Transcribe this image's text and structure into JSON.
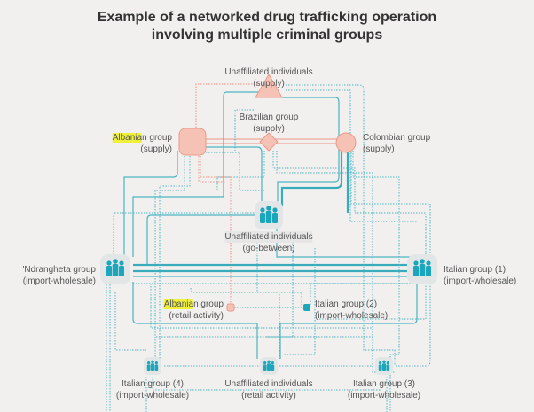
{
  "title": [
    "Example of a networked drug trafficking operation",
    "involving multiple criminal groups"
  ],
  "colors": {
    "teal": "#3aabbb",
    "salmon": "#f5c2b6",
    "highlight": "#eef03a"
  },
  "nodes": {
    "unaffiliated_supply": {
      "line1": "Unaffiliated individuals",
      "line2": "(supply)",
      "shape": "triangle"
    },
    "albanian_supply": {
      "highlight": "Albania",
      "rest": "n group",
      "line2": "(supply)",
      "shape": "rounded-square"
    },
    "brazilian_supply": {
      "line1": "Brazilian group",
      "line2": "(supply)",
      "shape": "diamond"
    },
    "colombian_supply": {
      "line1": "Colombian group",
      "line2": "(supply)",
      "shape": "circle"
    },
    "go_between": {
      "line1": "Unaffiliated individuals",
      "line2": "(go-between)",
      "icon": "people-icon"
    },
    "ndrangheta": {
      "line1": "'Ndrangheta group",
      "line2": "(import-wholesale)",
      "icon": "people-icon"
    },
    "italian_1": {
      "line1": "Italian group (1)",
      "line2": "(import-wholesale)",
      "icon": "people-icon"
    },
    "albanian_retail": {
      "highlight": "Albania",
      "rest": "n group",
      "line2": "(retail activity)"
    },
    "italian_2": {
      "line1": "Italian group (2)",
      "line2": "(import-wholesale)"
    },
    "italian_4": {
      "line1": "Italian group (4)",
      "line2": "(import-wholesale)",
      "icon": "people-icon"
    },
    "unaffiliated_retail": {
      "line1": "Unaffiliated individuals",
      "line2": "(retail activity)",
      "icon": "people-icon"
    },
    "italian_3": {
      "line1": "Italian group (3)",
      "line2": "(import-wholesale)",
      "icon": "people-icon"
    }
  }
}
